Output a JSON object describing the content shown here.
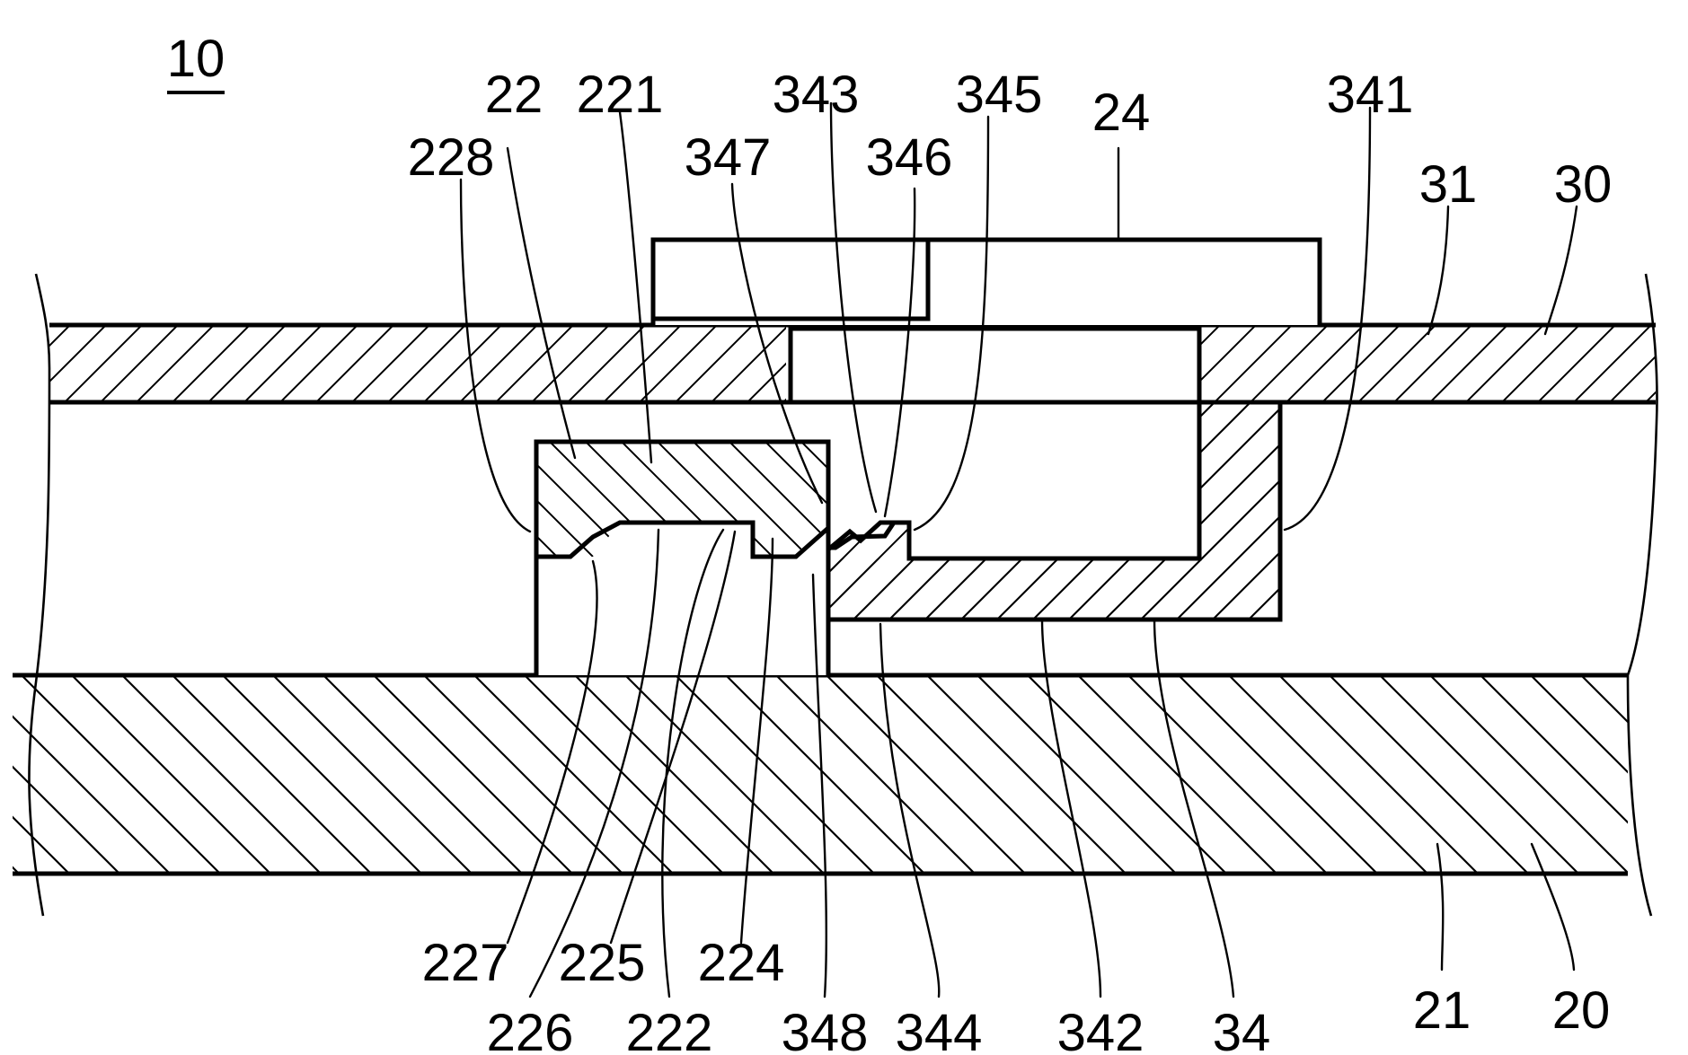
{
  "figure": {
    "ref_main": "10",
    "labels": {
      "l22": "22",
      "l221": "221",
      "l222": "222",
      "l224": "224",
      "l225": "225",
      "l226": "226",
      "l227": "227",
      "l228": "228",
      "l24": "24",
      "l20": "20",
      "l21": "21",
      "l30": "30",
      "l31": "31",
      "l34": "34",
      "l341": "341",
      "l342": "342",
      "l343": "343",
      "l344": "344",
      "l345": "345",
      "l346": "346",
      "l347": "347",
      "l348": "348"
    }
  }
}
